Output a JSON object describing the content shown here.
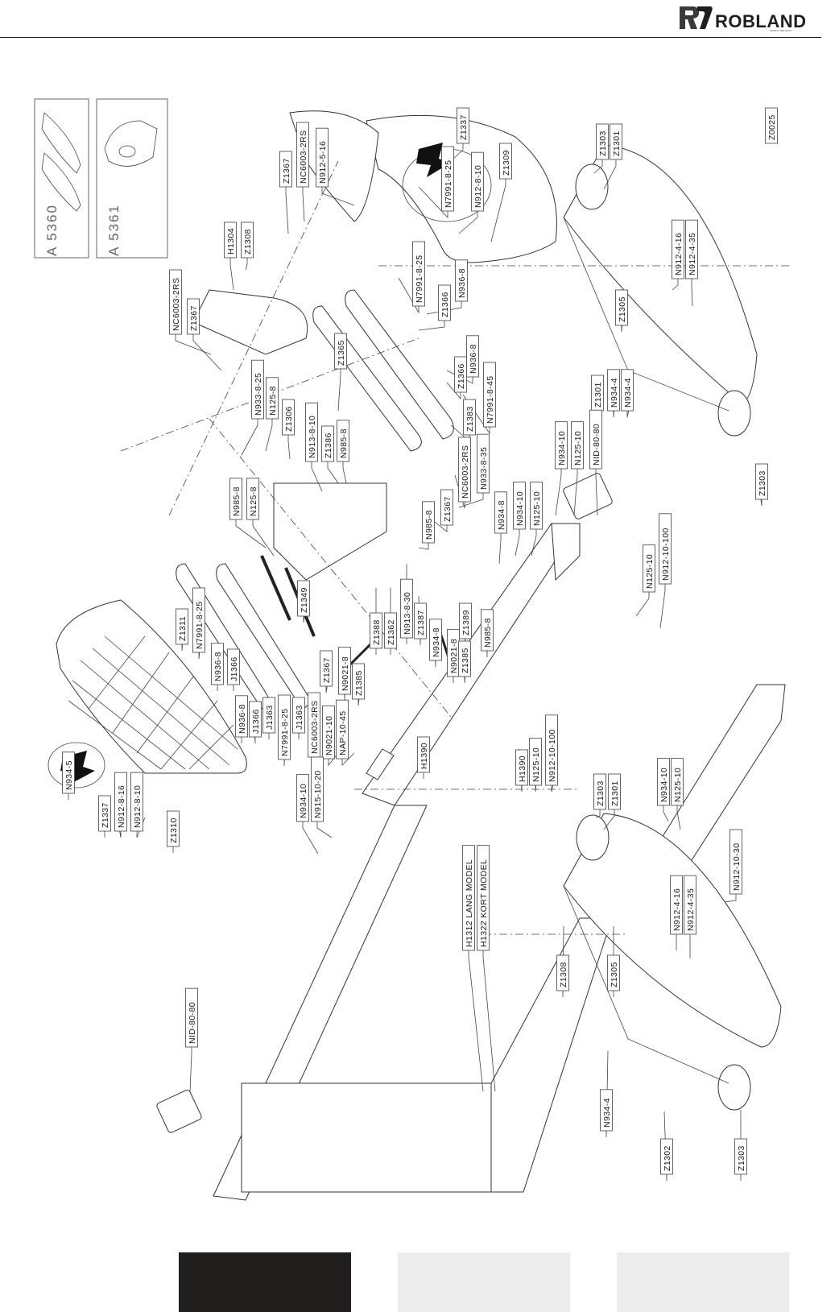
{
  "header": {
    "brand": "ROBLAND",
    "tagline": "MADE IN BELGIUM"
  },
  "drawing_number": "Z0025",
  "kits": [
    {
      "code": "A 5360"
    },
    {
      "code": "A 5361"
    }
  ],
  "labels": {
    "Z0025": "Z0025",
    "Z1337_r": "Z1337",
    "Z1309": "Z1309",
    "N7991_8_25_r": "N7991-8-25",
    "N912_8_10_r": "N912-8-10",
    "Z1303_a": "Z1303",
    "Z1301_a": "Z1301",
    "Z1367_a": "Z1367",
    "NC6003_a": "NC6003-2RS",
    "N912_5_16": "N912-5-16",
    "H1304": "H1304",
    "Z1308_a": "Z1308",
    "NC6003_b": "NC6003-2RS",
    "Z1367_b": "Z1367",
    "N7991_8_25_b": "N7991-8-25",
    "N936_8_a": "N936-8",
    "Z1366_a": "Z1366",
    "Z1365": "Z1365",
    "N933_8_25": "N933-8-25",
    "N125_8_a": "N125-8",
    "Z1306": "Z1306",
    "N913_8_10": "N913-8-10",
    "Z1386": "Z1386",
    "N985_8_a": "N985-8",
    "N936_8_b": "N936-8",
    "Z1366_b": "Z1366",
    "N7991_8_45": "N7991-8-45",
    "Z1383": "Z1383",
    "N912_4_16_a": "N912-4-16",
    "N912_4_35_a": "N912-4-35",
    "Z1305_a": "Z1305",
    "Z1301_b": "Z1301",
    "N934_4_a": "N934-4",
    "N934_4_b": "N934-4",
    "N985_8_b": "N985-8",
    "N125_8_b": "N125-8",
    "NC6003_c": "NC6003-2RS",
    "N933_8_35": "N933-8-35",
    "Z1367_c": "Z1367",
    "N985_8_c": "N985-8",
    "N934_8_a": "N934-8",
    "N934_10_a": "N934-10",
    "N125_10_a": "N125-10",
    "N934_10_b": "N934-10",
    "N125_10_b": "N125-10",
    "NID_80_80_a": "NID-80-80",
    "Z1303_b": "Z1303",
    "Z1388": "Z1388",
    "Z1362": "Z1362",
    "N913_8_30": "N913-8-30",
    "Z1387": "Z1387",
    "N934_8_b": "N934-8",
    "Z1389": "Z1389",
    "N985_8_d": "N985-8",
    "N9021_8_a": "N9021-8",
    "Z1385_a": "Z1385",
    "N9021_8_b": "N9021-8",
    "Z1385_b": "Z1385",
    "N125_10_c": "N125-10",
    "N912_10_100_a": "N912-10-100",
    "Z1349": "Z1349",
    "Z1311": "Z1311",
    "N7991_8_25_c": "N7991-8-25",
    "N936_8_c": "N936-8",
    "J1366_a": "J1366",
    "N936_8_d": "N936-8",
    "J1366_b": "J1366",
    "J1363_a": "J1363",
    "N7991_8_25_d": "N7991-8-25",
    "J1363_b": "J1363",
    "NC6003_d": "NC6003-2RS",
    "Z1367_d": "Z1367",
    "N9021_10": "N9021-10",
    "NAP_10_45": "NAP-10-45",
    "N934_10_c": "N934-10",
    "N915_10_20": "N915-10-20",
    "H1390_a": "H1390",
    "H1390_b": "H1390",
    "N125_10_d": "N125-10",
    "N912_10_100_b": "N912-10-100",
    "N934_5": "N934-5",
    "Z1337_l": "Z1337",
    "N912_8_16": "N912-8-16",
    "N912_8_10_l": "N912-8-10",
    "Z1310": "Z1310",
    "N934_10_d": "N934-10",
    "N125_10_e": "N125-10",
    "Z1303_c": "Z1303",
    "Z1301_c": "Z1301",
    "N912_4_16_b": "N912-4-16",
    "N912_4_35_b": "N912-4-35",
    "N912_10_30": "N912-10-30",
    "Z1308_b": "Z1308",
    "Z1305_b": "Z1305",
    "H1312": "H1312  LANG MODEL",
    "H1322": "H1322  KORT MODEL",
    "NID_80_80_b": "NID-80-80",
    "N934_4_c": "N934-4",
    "Z1302": "Z1302",
    "Z1303_d": "Z1303"
  },
  "colors": {
    "footer_dark": "#201f1d",
    "footer_light": "#ececec",
    "line": "#333333"
  }
}
